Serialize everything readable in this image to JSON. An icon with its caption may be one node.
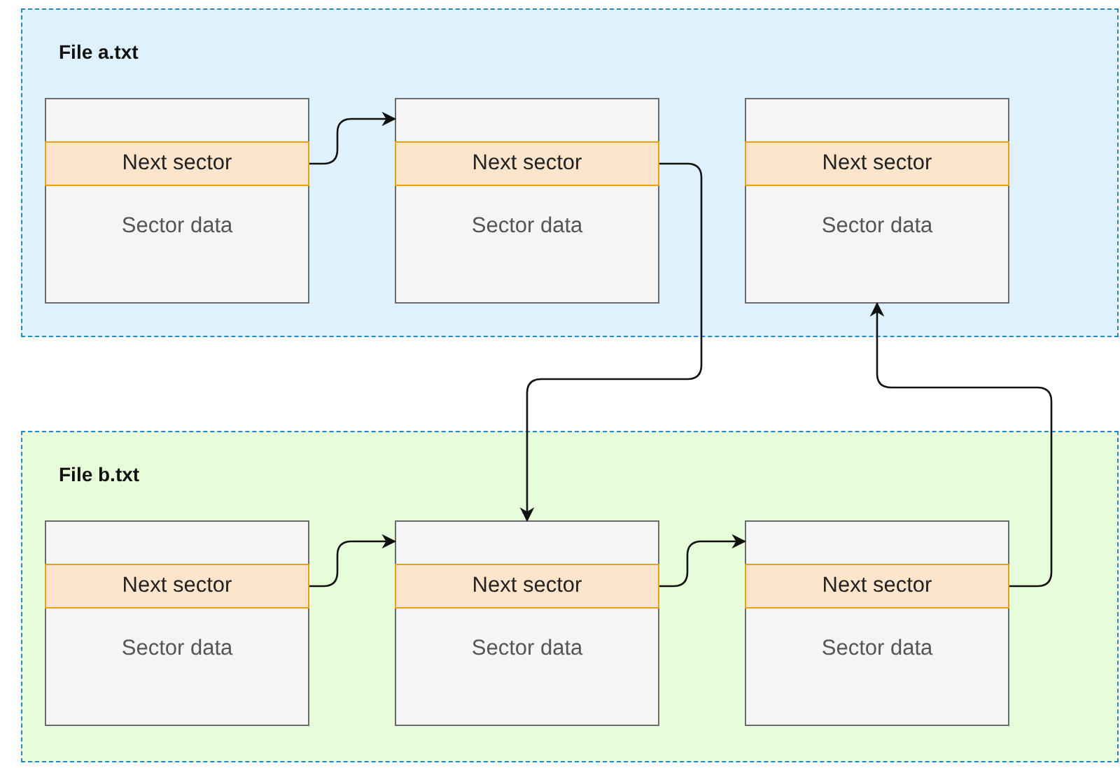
{
  "diagram": {
    "nodes": [
      {
        "text": [
          "File a.txt"
        ]
      },
      {
        "text": [
          "Sector data"
        ],
        "in": 0
      },
      {
        "text": [
          "Next sector"
        ],
        "in": 1
      },
      {
        "text": [
          "Sector data"
        ],
        "in": 0
      },
      {
        "text": [
          "Next sector"
        ],
        "in": 3
      },
      {
        "text": [
          "Sector data"
        ],
        "in": 0
      },
      {
        "text": [
          "Next sector"
        ],
        "in": 5
      },
      {
        "text": [
          "File b.txt"
        ]
      },
      {
        "text": [
          "Sector data"
        ],
        "in": 7
      },
      {
        "text": [
          "Next sector"
        ],
        "in": 8
      },
      {
        "text": [
          "Sector data"
        ],
        "in": 7
      },
      {
        "text": [
          "Next sector"
        ],
        "in": 10
      },
      {
        "text": [
          "Sector data"
        ],
        "in": 7
      },
      {
        "text": [
          "Next sector"
        ],
        "in": 12
      }
    ],
    "edges": [
      {
        "from": 2,
        "to": 3,
        "arrow": "to"
      },
      {
        "from": 4,
        "to": 10,
        "arrow": "to"
      },
      {
        "from": 9,
        "to": 10,
        "arrow": "to"
      },
      {
        "from": 11,
        "to": 12,
        "arrow": "to"
      },
      {
        "from": 13,
        "to": 5,
        "arrow": "to"
      }
    ]
  }
}
